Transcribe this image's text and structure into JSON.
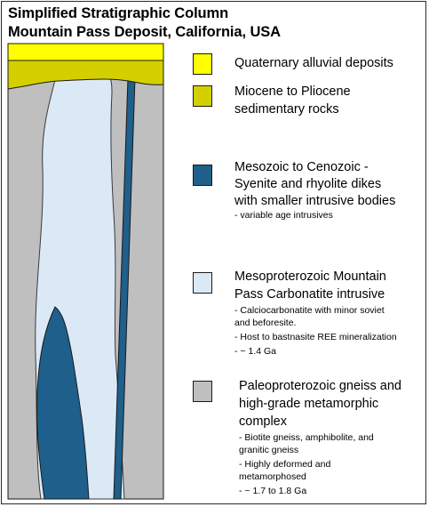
{
  "title": {
    "line1": "Simplified Stratigraphic Column",
    "line2": "Mountain Pass Deposit, California, USA"
  },
  "colors": {
    "quaternary": "#ffff00",
    "miocene": "#d4d000",
    "dikes": "#1f5f8b",
    "carbonatite": "#dbe9f7",
    "gneiss": "#bfbfbf"
  },
  "legend": [
    {
      "key": "quaternary",
      "lines": [
        "Quaternary alluvial deposits"
      ],
      "notes": []
    },
    {
      "key": "miocene",
      "lines": [
        "Miocene to Pliocene",
        "sedimentary rocks"
      ],
      "notes": []
    },
    {
      "key": "dikes",
      "lines": [
        "Mesozoic to Cenozoic -",
        "Syenite and rhyolite dikes",
        "with smaller intrusive bodies"
      ],
      "notes": [
        "- variable age intrusives"
      ]
    },
    {
      "key": "carbonatite",
      "lines": [
        "Mesoproterozoic Mountain",
        "Pass Carbonatite intrusive"
      ],
      "notes": [
        "- Calciocarbonatite with minor soviet",
        "and beforesite.",
        "- Host to bastnasite REE mineralization",
        "- ~ 1.4 Ga"
      ]
    },
    {
      "key": "gneiss",
      "lines": [
        "Paleoproterozoic gneiss and",
        "high-grade metamorphic",
        "complex"
      ],
      "notes": [
        "- Biotite gneiss, amphibolite, and",
        "granitic gneiss",
        "- Highly deformed and",
        "metamorphosed",
        "- ~ 1.7 to 1.8 Ga"
      ]
    }
  ]
}
